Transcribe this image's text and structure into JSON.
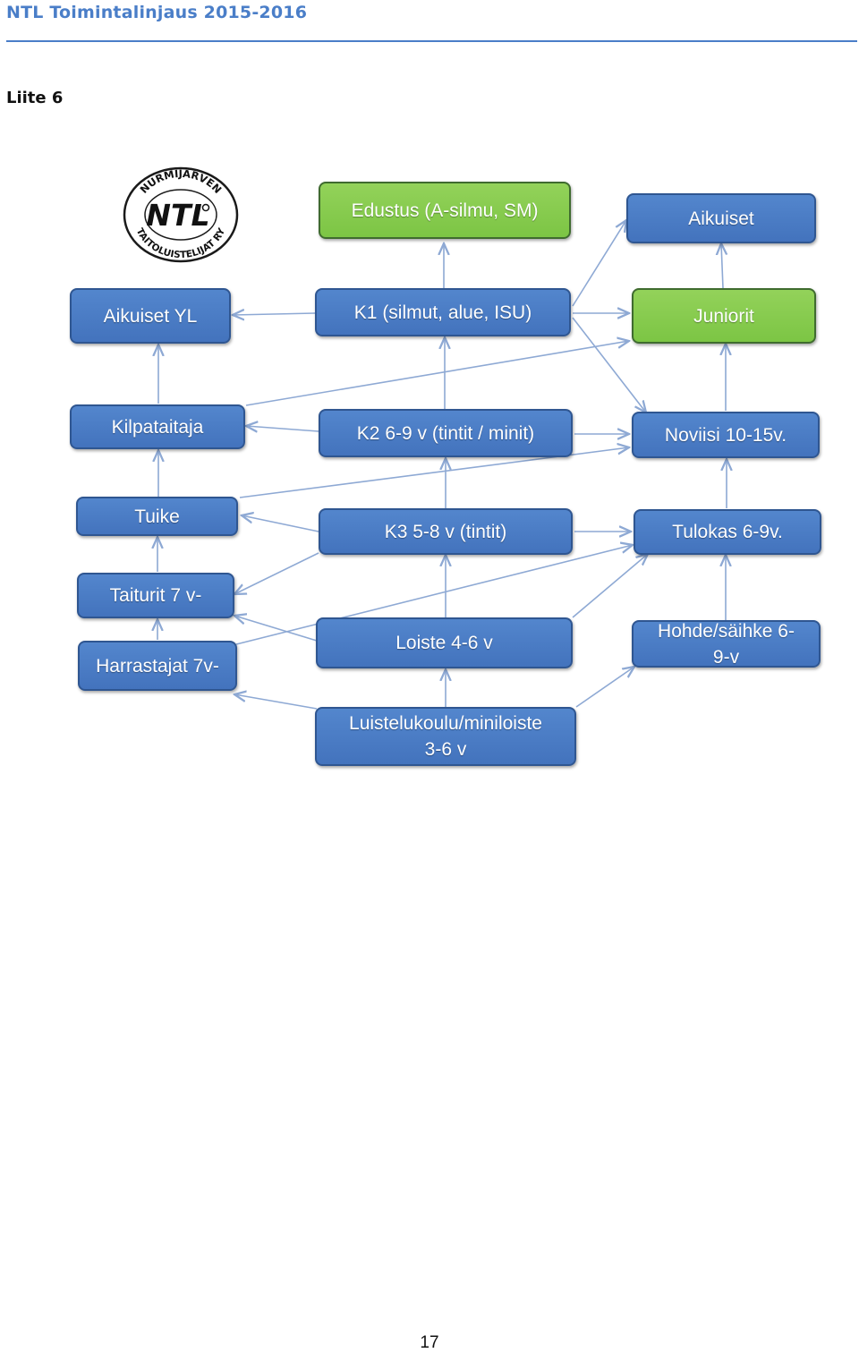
{
  "header": {
    "title": "NTL Toimintalinjaus 2015-2016"
  },
  "attachment_label": "Liite 6",
  "logo": {
    "top_text": "NURMIJÄRVEN",
    "center_text": "NTL",
    "bottom_text": "TAITOLUISTELIJAT RY"
  },
  "colors": {
    "header_blue": "#4a7ec8",
    "node_blue": "#4a7cc5",
    "node_green": "#84cb4c",
    "arrow": "#8ea9d4"
  },
  "nodes": {
    "edustus": "Edustus (A-silmu, SM)",
    "aikuiset": "Aikuiset",
    "aikuiset_yl": "Aikuiset YL",
    "k1": "K1 (silmut, alue, ISU)",
    "juniorit": "Juniorit",
    "kilpataitaja": "Kilpataitaja",
    "k2": "K2 6-9 v (tintit / minit)",
    "noviisi": "Noviisi 10-15v.",
    "tuike": "Tuike",
    "k3": "K3 5-8 v (tintit)",
    "tulokas": "Tulokas 6-9v.",
    "taiturit": "Taiturit 7 v-",
    "loiste": "Loiste 4-6 v",
    "hohde": "Hohde/säihke 6-9-v",
    "harrastajat": "Harrastajat 7v-",
    "luistelukoulu": "Luistelukoulu/miniloiste 3-6 v"
  },
  "page_number": "17"
}
